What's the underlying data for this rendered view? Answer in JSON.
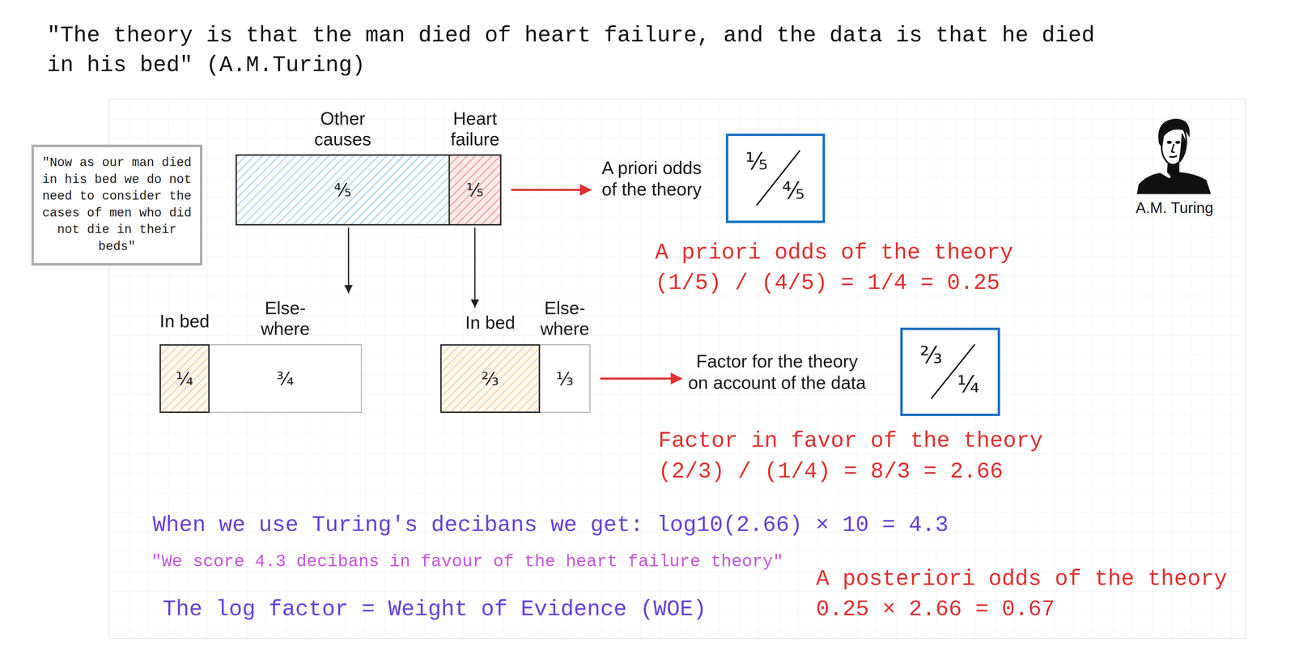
{
  "diagram": {
    "title": "\"The theory is that the man died of heart failure, and the data is that he died in his bed\" (A.M.Turing)",
    "nodes": [
      {
        "text": [
          "\"Now as our man died in his bed we do not need to consider the cases of men who did not die in their beds\""
        ]
      },
      {
        "text": [
          "Other causes",
          "⅘"
        ]
      },
      {
        "text": [
          "Heart failure",
          "⅕"
        ]
      },
      {
        "text": [
          "A priori odds of the theory",
          "⅕",
          "⅘"
        ]
      },
      {
        "text": [
          "In bed",
          "¼"
        ]
      },
      {
        "text": [
          "Else- where",
          "¾"
        ]
      },
      {
        "text": [
          "In bed",
          "⅔"
        ]
      },
      {
        "text": [
          "Else- where",
          "⅓"
        ]
      },
      {
        "text": [
          "Factor for the theory on account of the data",
          "⅔",
          "¼"
        ]
      }
    ],
    "edges": [
      {
        "from": 2,
        "to": 3,
        "arrow": "to"
      },
      {
        "from": 1,
        "to": 5,
        "arrow": "to"
      },
      {
        "from": 2,
        "to": 6,
        "arrow": "to"
      },
      {
        "from": 7,
        "to": 8,
        "arrow": "to"
      }
    ],
    "labels": [
      "A priori odds of the theory",
      "(1/5) / (4/5) = 1/4 = 0.25",
      "Factor in favor of the theory",
      "(2/3) / (1/4) = 8/3 = 2.66",
      "When we use Turing's decibans we get: log10(2.66) × 10 = 4.3",
      "\"We score 4.3 decibans in favour of the heart failure theory\"",
      "The log factor = Weight of Evidence (WOE)",
      "A posteriori odds of the theory",
      "0.25 × 2.66 = 0.67",
      "A.M. Turing"
    ]
  }
}
